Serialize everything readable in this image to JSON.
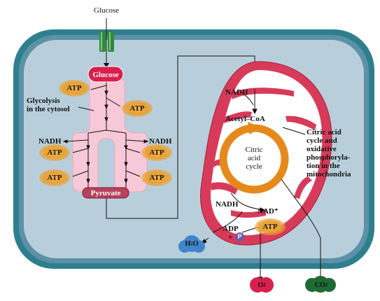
{
  "labels": {
    "glucose_top": "Glucose",
    "glucose_pill": "Glucose",
    "glycolysis": [
      "Glycolysis",
      "in the cytosol"
    ],
    "nadh_left": "NADH",
    "nadh_right": "NADH",
    "pyruvate": "Pyruvate",
    "nadh_mito_top": "NADH",
    "acetyl_coa": "Acetyl–CoA",
    "citric_cycle": [
      "Citric",
      "acid",
      "cycle"
    ],
    "mito_caption": [
      "Citric acid",
      "cycle and",
      "oxidative",
      "phosphoryla-",
      "tion in the",
      "mitochondria"
    ],
    "nadh_mito_bottom": "NADH",
    "nad_plus": "NAD⁺",
    "adp": "ADP",
    "plus": "+",
    "phosphate": "P"
  },
  "atp_label": "ATP",
  "molecules": {
    "water": {
      "base": "H",
      "sub": "2",
      "tail": "O"
    },
    "oxygen": {
      "base": "O",
      "sub": "2",
      "tail": ""
    },
    "co2": {
      "base": "CO",
      "sub": "2",
      "tail": ""
    }
  },
  "colors": {
    "cell_wall_outer": "#2e7f8e",
    "cell_wall_inner": "#5d91a8",
    "cytosol": "#b8cfdb",
    "glycolysis_shape": "#f7c8d8",
    "mito_membrane": "#d83a5a",
    "mito_matrix": "#ffffff",
    "cycle_ring": "#e58a1a",
    "glucose_pill": "#d8204c",
    "pyruvate_pill": "#b8415e",
    "atp": "#e9a132",
    "channel": "#2f8a3a",
    "water": "#3f86c8",
    "oxygen": "#d8204c",
    "co2": "#1f6b35"
  }
}
